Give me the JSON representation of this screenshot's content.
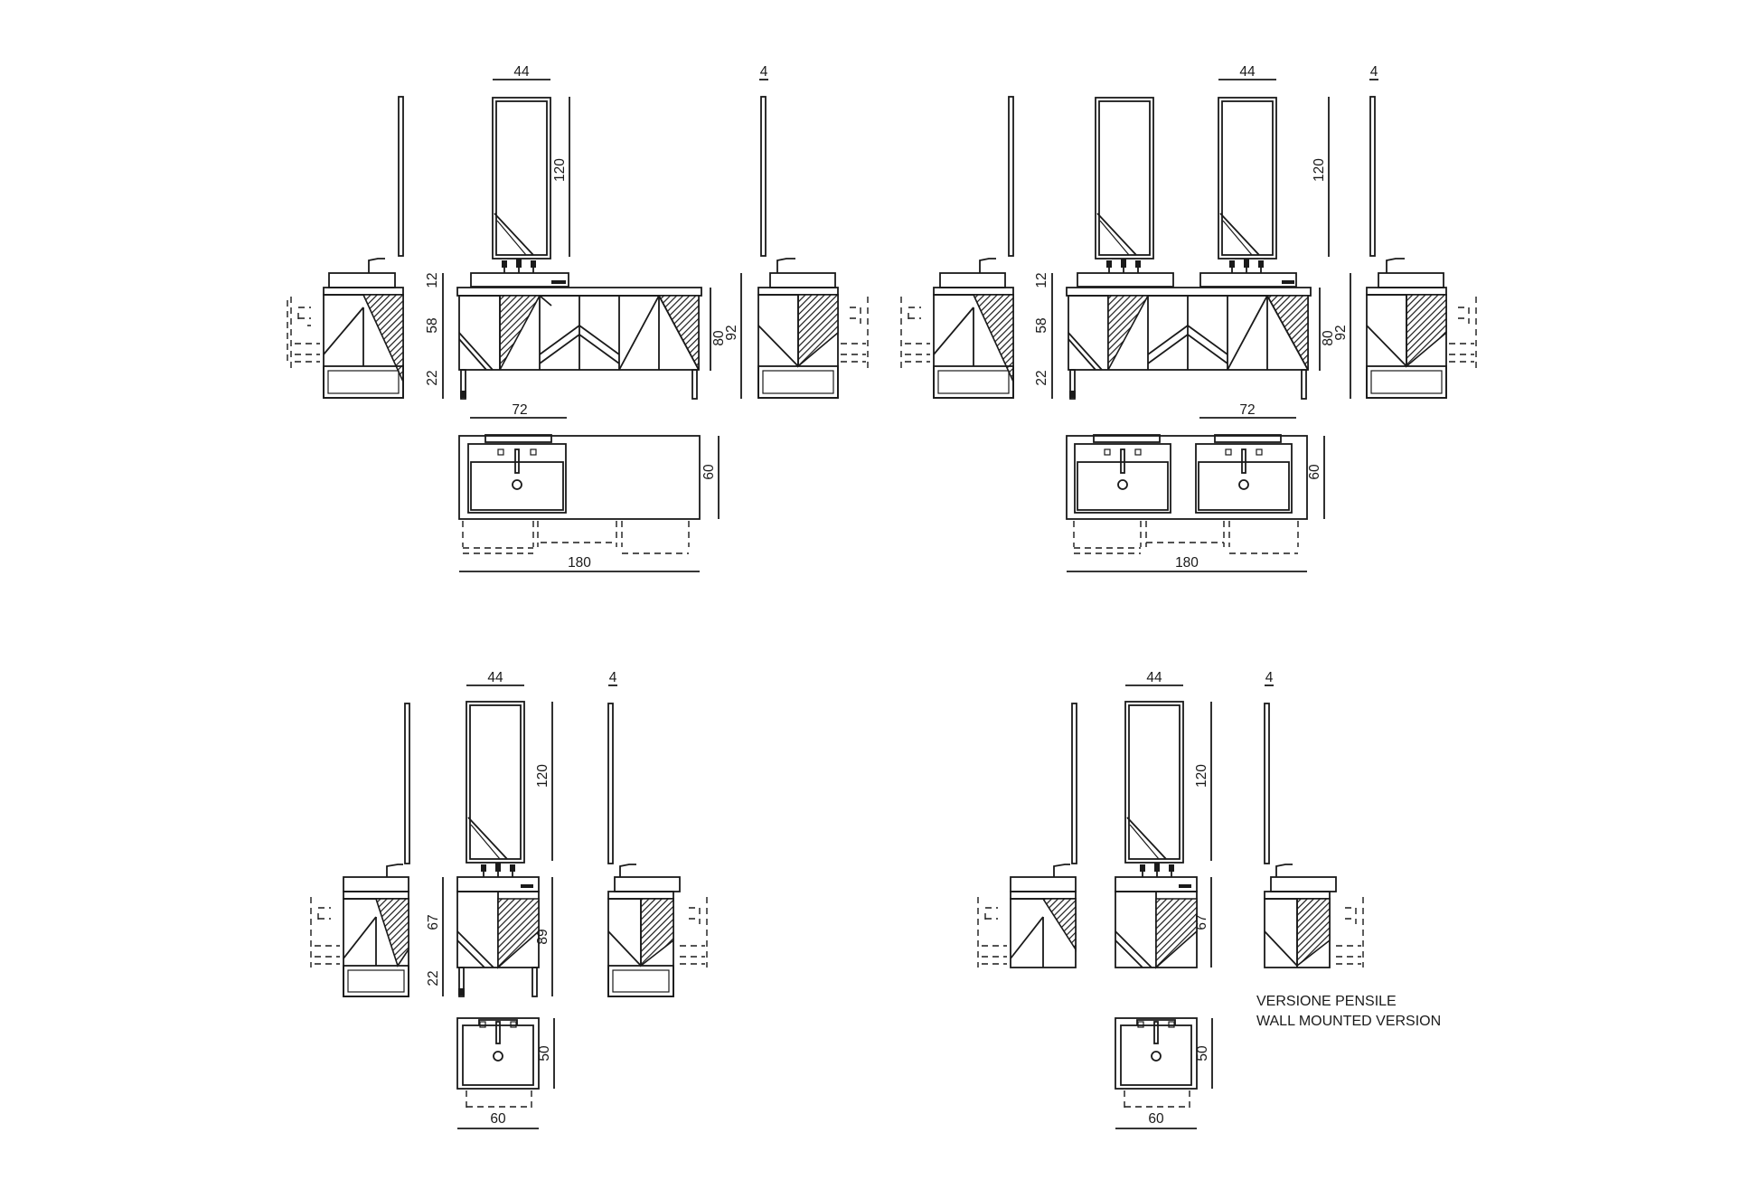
{
  "dims": {
    "w44": "44",
    "w4": "4",
    "h120": "120",
    "h12": "12",
    "h58": "58",
    "h22": "22",
    "h80": "80",
    "h92": "92",
    "w72": "72",
    "d60": "60",
    "w180": "180",
    "h67": "67",
    "h89": "89",
    "d50": "50",
    "w60": "60"
  },
  "note": {
    "line1": "VERSIONE PENSILE",
    "line2": "WALL MOUNTED VERSION"
  }
}
